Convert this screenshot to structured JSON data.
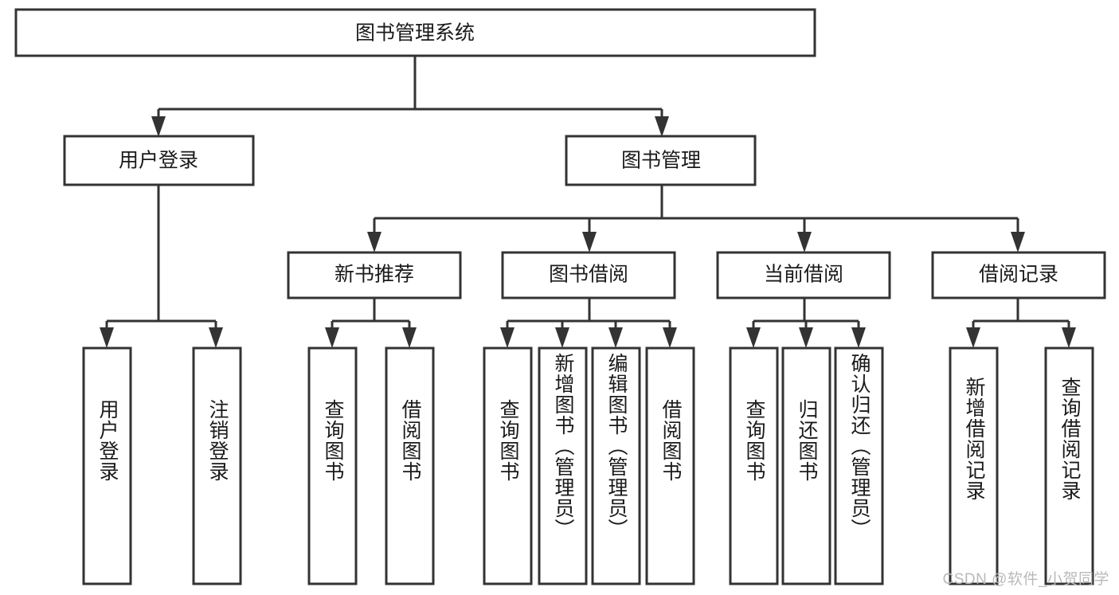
{
  "diagram": {
    "title": "图书管理系统",
    "type": "hierarchy-tree",
    "watermark": "CSDN @软件_小贺同学",
    "colors": {
      "box_fill": "#ffffff",
      "box_stroke": "#333333",
      "text": "#1a1a1a",
      "watermark": "#b9b9b9",
      "background": "#ffffff"
    },
    "root": {
      "label": "图书管理系统"
    },
    "level2": [
      {
        "label": "用户登录"
      },
      {
        "label": "图书管理"
      }
    ],
    "level3": [
      {
        "label": "新书推荐"
      },
      {
        "label": "图书借阅"
      },
      {
        "label": "当前借阅"
      },
      {
        "label": "借阅记录"
      }
    ],
    "leaves": {
      "user_login": [
        {
          "label": "用户登录"
        },
        {
          "label": "注销登录"
        }
      ],
      "new_book_recommend": [
        {
          "label": "查询图书"
        },
        {
          "label": "借阅图书"
        }
      ],
      "book_borrow": [
        {
          "label": "查询图书"
        },
        {
          "label": "新增图书（管理员）"
        },
        {
          "label": "编辑图书（管理员）"
        },
        {
          "label": "借阅图书"
        }
      ],
      "current_borrow": [
        {
          "label": "查询图书"
        },
        {
          "label": "归还图书"
        },
        {
          "label": "确认归还（管理员）"
        }
      ],
      "borrow_records": [
        {
          "label": "新增借阅记录"
        },
        {
          "label": "查询借阅记录"
        }
      ]
    }
  }
}
